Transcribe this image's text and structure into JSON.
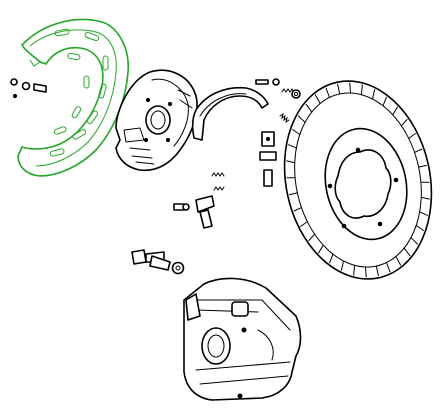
{
  "diagram": {
    "highlight_color": "#21a824",
    "line_color": "#000000",
    "background_color": "#ffffff",
    "parts": [
      {
        "id": "dust-shield",
        "highlighted": true
      },
      {
        "id": "backing-plate",
        "highlighted": false
      },
      {
        "id": "brake-shoe",
        "highlighted": false
      },
      {
        "id": "brake-disc",
        "highlighted": false
      },
      {
        "id": "brake-caliper",
        "highlighted": false
      },
      {
        "id": "caliper-bolt",
        "highlighted": false
      },
      {
        "id": "return-springs",
        "highlighted": false
      },
      {
        "id": "adjuster",
        "highlighted": false
      },
      {
        "id": "small-hardware",
        "highlighted": false
      }
    ]
  }
}
